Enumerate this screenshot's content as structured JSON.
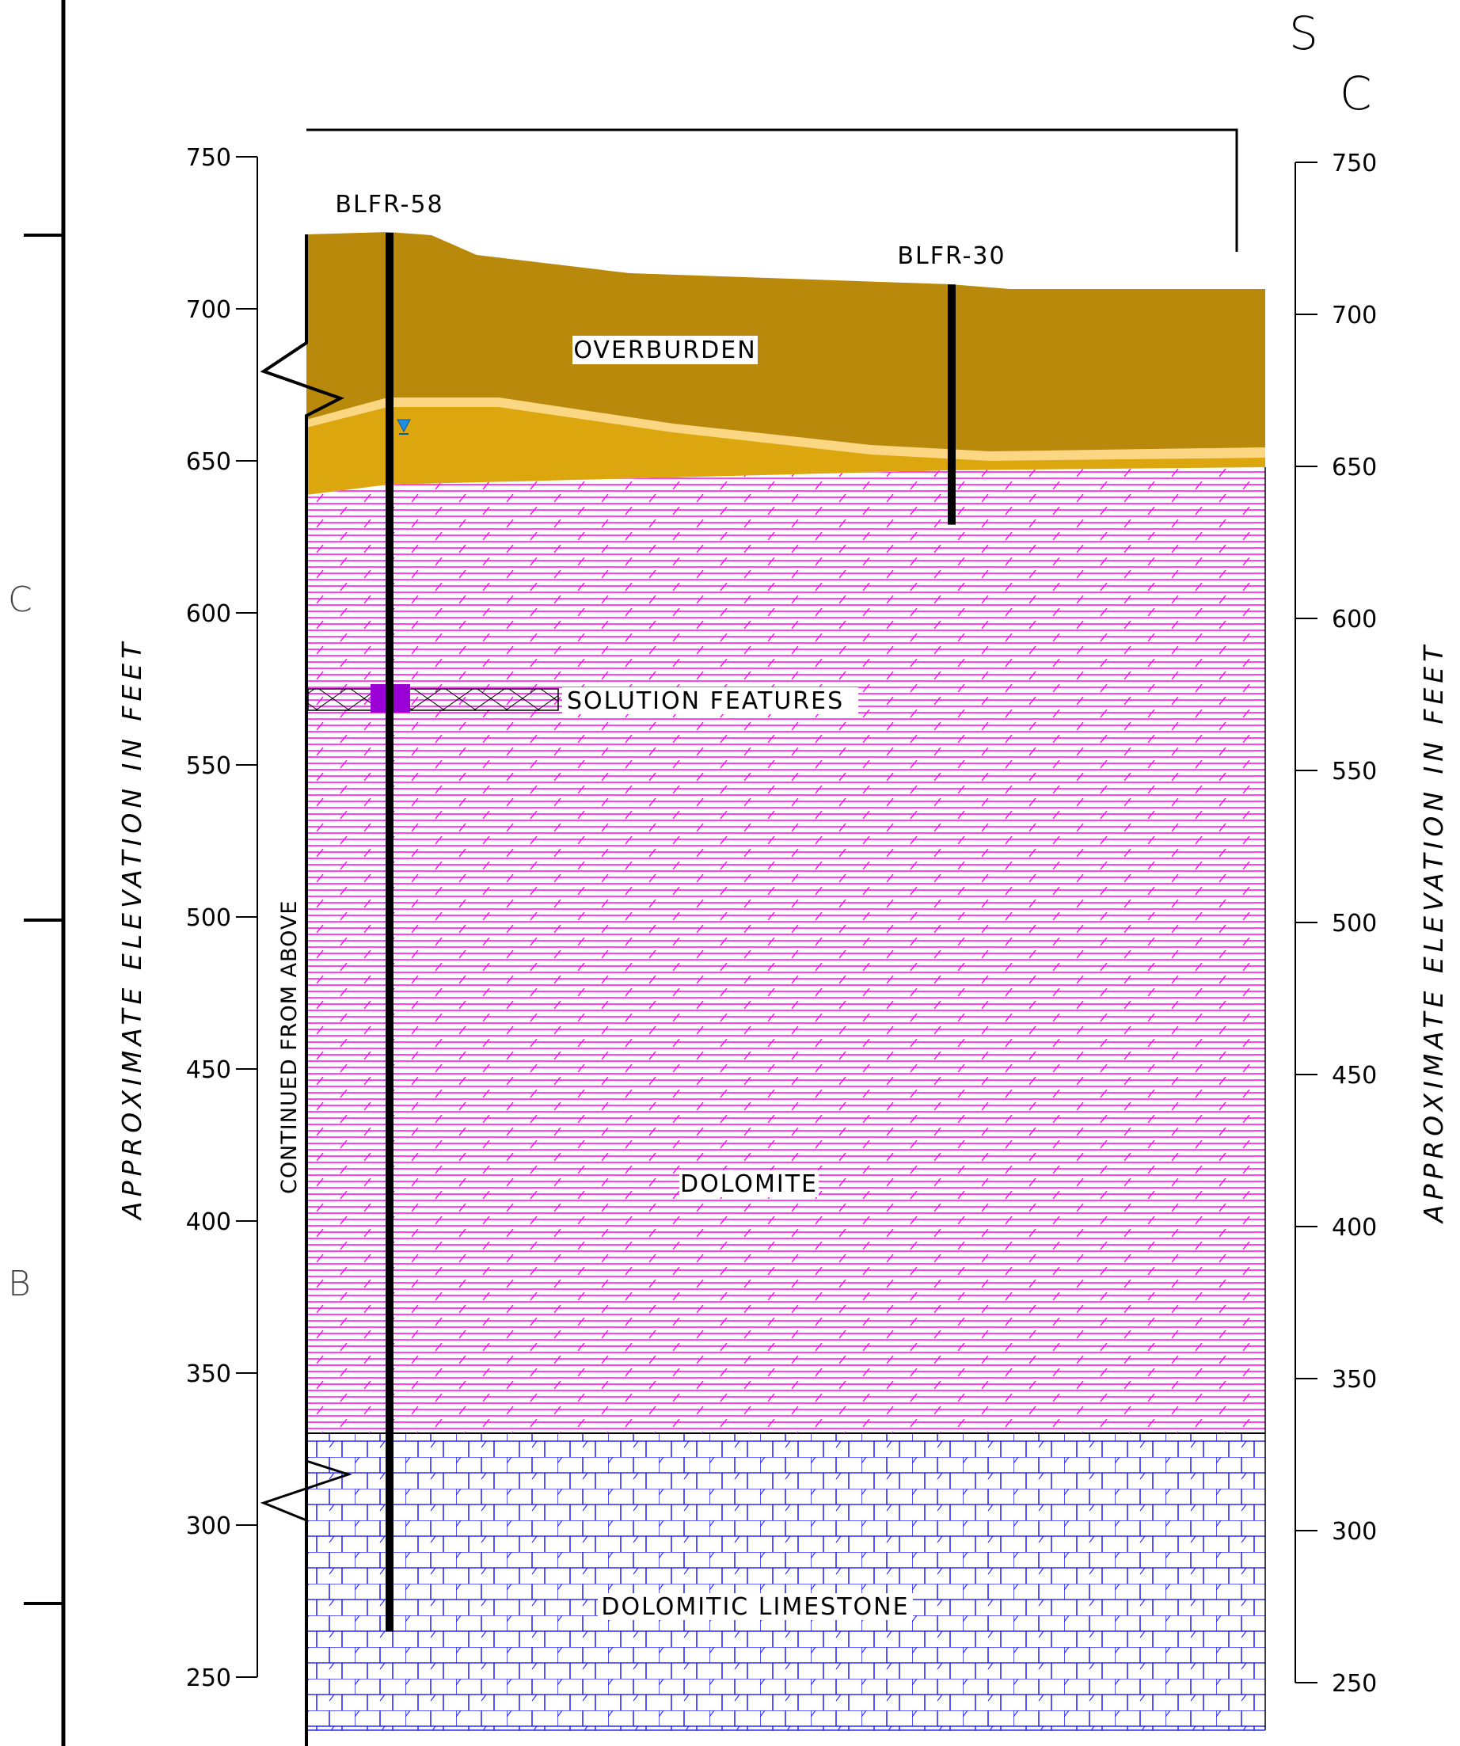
{
  "title_letters": {
    "top_s": "S",
    "top_c": "C"
  },
  "margin_letters": {
    "c": "C",
    "b": "B"
  },
  "axes": {
    "left_title": "APPROXIMATE ELEVATION IN FEET",
    "right_title": "APPROXIMATE ELEVATION IN FEET",
    "ticks": [
      "750",
      "700",
      "650",
      "600",
      "550",
      "500",
      "450",
      "400",
      "350",
      "300",
      "250"
    ],
    "range": [
      250,
      750
    ]
  },
  "wells": [
    {
      "name": "BLFR-58",
      "top_elev": 725,
      "bottom_elev": 265
    },
    {
      "name": "BLFR-30",
      "top_elev": 708,
      "bottom_elev": 629
    }
  ],
  "units": {
    "overburden": "OVERBURDEN",
    "solution_features": "SOLUTION FEATURES",
    "dolomite": "DOLOMITE",
    "dolomitic_limestone": "DOLOMITIC LIMESTONE"
  },
  "continued_note": "CONTINUED FROM ABOVE",
  "colors": {
    "overburden": "#b8890a",
    "weathered_zone": "#dca60f",
    "water_table_band": "#fbd783",
    "dolomite_hatch": "#ff00ff",
    "limestone_hatch": "#2a2aff",
    "solution_marker": "#9a00d6",
    "water_symbol": "#1e8fe0"
  }
}
